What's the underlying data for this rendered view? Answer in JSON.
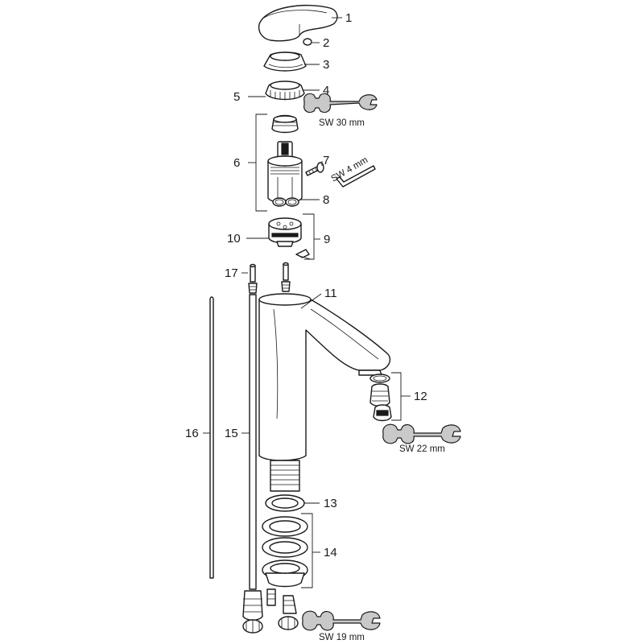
{
  "callouts": {
    "c1": "1",
    "c2": "2",
    "c3": "3",
    "c4": "4",
    "c5": "5",
    "c6": "6",
    "c7": "7",
    "c8": "8",
    "c9": "9",
    "c10": "10",
    "c11": "11",
    "c12": "12",
    "c13": "13",
    "c14": "14",
    "c15": "15",
    "c16": "16",
    "c17": "17"
  },
  "tools": {
    "wrench_top": "SW 30 mm",
    "hex_key": "SW 4 mm",
    "wrench_mid": "SW 22 mm",
    "wrench_bottom": "SW 19 mm"
  }
}
